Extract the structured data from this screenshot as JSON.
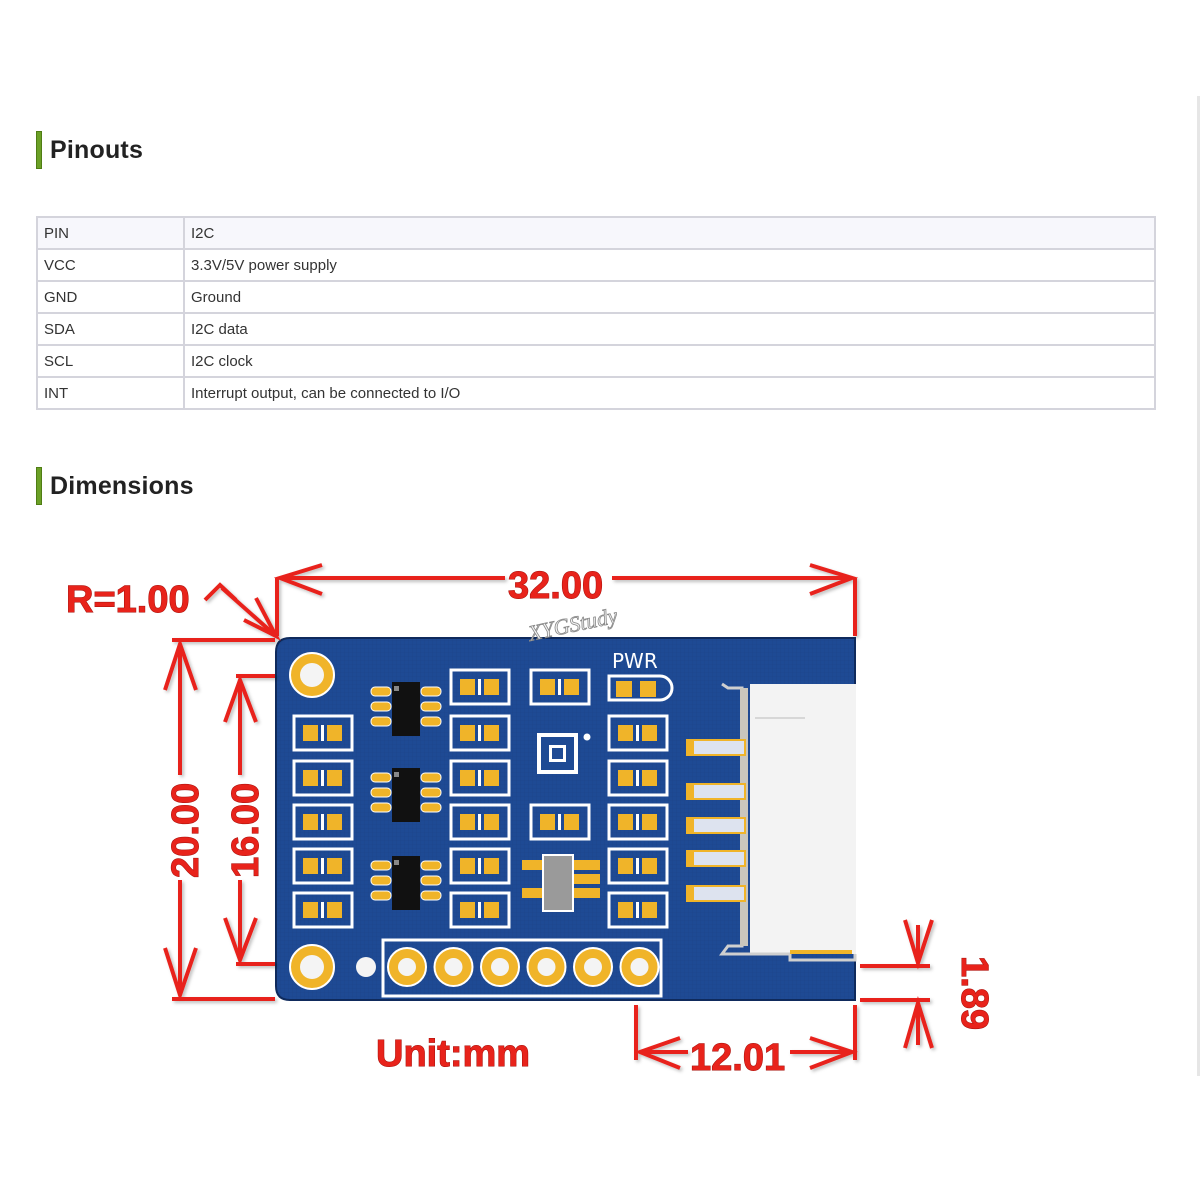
{
  "sections": {
    "pinouts": {
      "title": "Pinouts"
    },
    "dimensions": {
      "title": "Dimensions"
    }
  },
  "pin_table": {
    "headers": [
      "PIN",
      "I2C"
    ],
    "rows": [
      [
        "VCC",
        "3.3V/5V power supply"
      ],
      [
        "GND",
        "Ground"
      ],
      [
        "SDA",
        "I2C data"
      ],
      [
        "SCL",
        "I2C clock"
      ],
      [
        "INT",
        "Interrupt output, can be connected to I/O"
      ]
    ]
  },
  "diagram": {
    "radius_label": "R=1.00",
    "width_label": "32.00",
    "height_label": "20.00",
    "hole_spacing_label": "16.00",
    "connector_width_label": "12.01",
    "connector_offset_label": "1.89",
    "unit_label": "Unit:mm",
    "silkscreen_label": "PWR",
    "watermark": "XYGStudy",
    "colors": {
      "pcb": "#1e4a94",
      "pad": "#f0b429",
      "dimension": "#e8231b",
      "title_bar": "#6ba026"
    }
  }
}
